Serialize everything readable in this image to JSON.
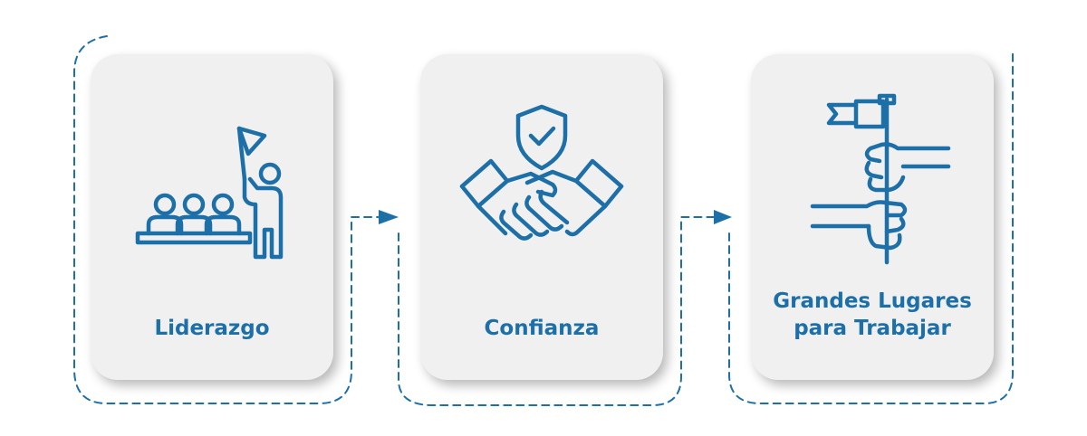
{
  "colors": {
    "accent": "#1d6fa8",
    "card_background": "#f0f0f0",
    "page_background": "#ffffff"
  },
  "steps": [
    {
      "label": "Liderazgo",
      "icon": "leadership-flag-audience-icon"
    },
    {
      "label": "Confianza",
      "icon": "handshake-shield-check-icon"
    },
    {
      "label": "Grandes Lugares para Trabajar",
      "icon": "hands-holding-flag-icon"
    }
  ]
}
